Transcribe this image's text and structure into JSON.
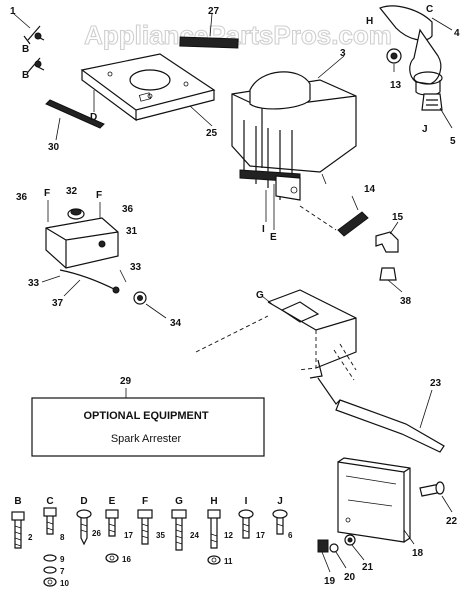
{
  "watermark": "AppliancePartsPros.com",
  "callouts": {
    "n1": "1",
    "n2": "2",
    "n3": "3",
    "n4": "4",
    "n5": "5",
    "n6": "6",
    "n7": "7",
    "n8": "8",
    "n9": "9",
    "n10": "10",
    "n11": "11",
    "n12": "12",
    "n13": "13",
    "n14": "14",
    "n15": "15",
    "n16": "16",
    "n17a": "17",
    "n17b": "17",
    "n18": "18",
    "n19": "19",
    "n20": "20",
    "n21": "21",
    "n22": "22",
    "n23": "23",
    "n24": "24",
    "n25": "25",
    "n26": "26",
    "n27": "27",
    "n29": "29",
    "n30": "30",
    "n31": "31",
    "n32": "32",
    "n33a": "33",
    "n33b": "33",
    "n34": "34",
    "n35": "35",
    "n36a": "36",
    "n36b": "36",
    "n37": "37",
    "n38": "38"
  },
  "letters": {
    "B1": "B",
    "B2": "B",
    "C": "C",
    "D": "D",
    "E": "E",
    "F1": "F",
    "F2": "F",
    "G": "G",
    "H": "H",
    "I": "I",
    "J": "J"
  },
  "hardware_letters": [
    "B",
    "C",
    "D",
    "E",
    "F",
    "G",
    "H",
    "I",
    "J"
  ],
  "optional_box": {
    "title": "OPTIONAL EQUIPMENT",
    "subtitle": "Spark Arrester"
  }
}
